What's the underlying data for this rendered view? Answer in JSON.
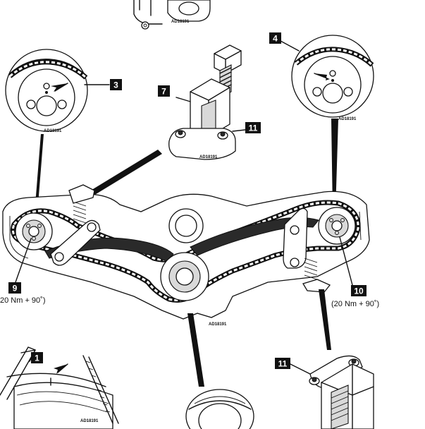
{
  "reference_code": "AD18191",
  "callouts": {
    "c1": "1",
    "c3": "3",
    "c4": "4",
    "c7": "7",
    "c9": "9",
    "c10": "10",
    "c11a": "11",
    "c11b": "11"
  },
  "torque": {
    "left": "20 Nm + 90˚)",
    "right": "(20 Nm + 90˚)"
  }
}
